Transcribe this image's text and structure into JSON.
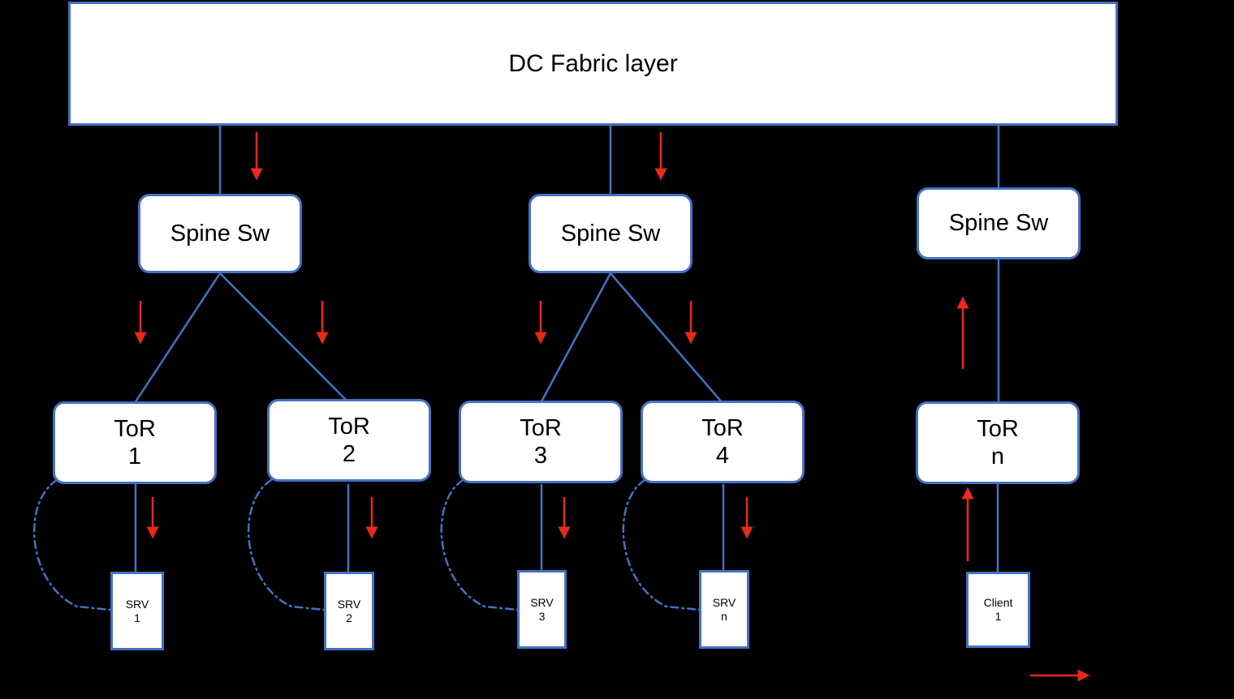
{
  "diagram": {
    "title": "DC Fabric layer",
    "background_color": "#000000",
    "node_fill": "#FFFFFF",
    "node_border_color": "#4472C4",
    "link_color": "#4472C4",
    "flow_arrow_color": "#E8291C",
    "dashed_link_color": "#4472C4"
  },
  "fabric": {
    "label": "DC Fabric layer"
  },
  "spines": [
    {
      "id": "spine-1",
      "label": "Spine Sw"
    },
    {
      "id": "spine-2",
      "label": "Spine Sw"
    },
    {
      "id": "spine-n",
      "label": "Spine Sw"
    }
  ],
  "tors": [
    {
      "id": "tor-1",
      "line1": "ToR",
      "line2": "1"
    },
    {
      "id": "tor-2",
      "line1": "ToR",
      "line2": "2"
    },
    {
      "id": "tor-3",
      "line1": "ToR",
      "line2": "3"
    },
    {
      "id": "tor-4",
      "line1": "ToR",
      "line2": "4"
    },
    {
      "id": "tor-n",
      "line1": "ToR",
      "line2": "n"
    }
  ],
  "hosts": [
    {
      "id": "srv-1",
      "line1": "SRV",
      "line2": "1"
    },
    {
      "id": "srv-2",
      "line1": "SRV",
      "line2": "2"
    },
    {
      "id": "srv-3",
      "line1": "SRV",
      "line2": "3"
    },
    {
      "id": "srv-n",
      "line1": "SRV",
      "line2": "n"
    },
    {
      "id": "client-1",
      "line1": "Client",
      "line2": "1"
    }
  ],
  "legend": {
    "flow_arrow_label": ""
  }
}
